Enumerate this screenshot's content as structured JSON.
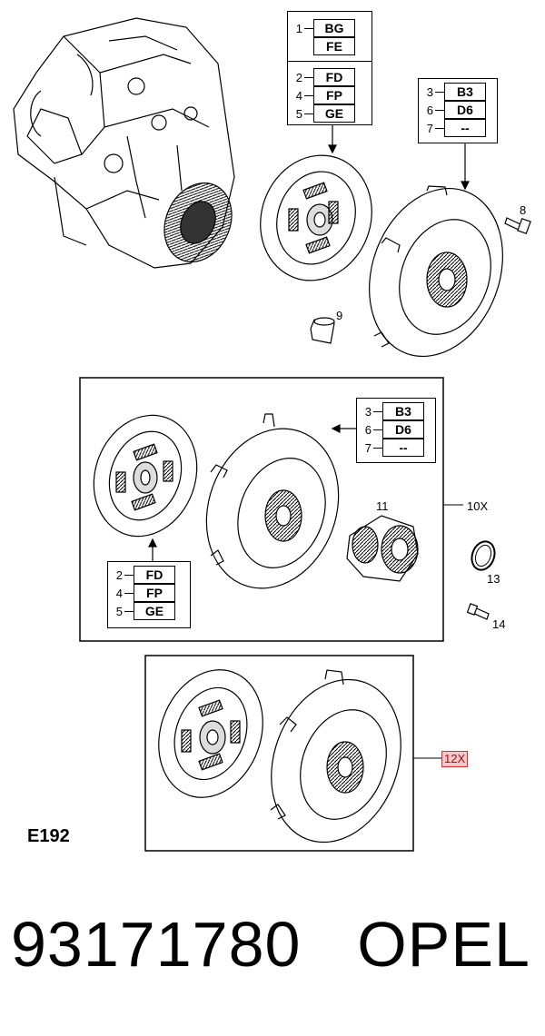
{
  "callouts": {
    "item_8": "8",
    "item_9": "9",
    "item_10": "10X",
    "item_11": "11",
    "item_12": "12X",
    "item_13": "13",
    "item_14": "14"
  },
  "code_boxes": {
    "top_disc": [
      {
        "num": "1",
        "code": "BG"
      },
      {
        "num": "",
        "code": "FE"
      },
      {
        "num": "2",
        "code": "FD"
      },
      {
        "num": "4",
        "code": "FP"
      },
      {
        "num": "5",
        "code": "GE"
      }
    ],
    "top_plate": [
      {
        "num": "3",
        "code": "B3"
      },
      {
        "num": "6",
        "code": "D6"
      },
      {
        "num": "7",
        "code": "--"
      }
    ],
    "kit_plate": [
      {
        "num": "3",
        "code": "B3"
      },
      {
        "num": "6",
        "code": "D6"
      },
      {
        "num": "7",
        "code": "--"
      }
    ],
    "kit_disc": [
      {
        "num": "2",
        "code": "FD"
      },
      {
        "num": "4",
        "code": "FP"
      },
      {
        "num": "5",
        "code": "GE"
      }
    ]
  },
  "diagram_id": "E192",
  "footer": {
    "part_number": "93171780",
    "brand": "OPEL"
  }
}
